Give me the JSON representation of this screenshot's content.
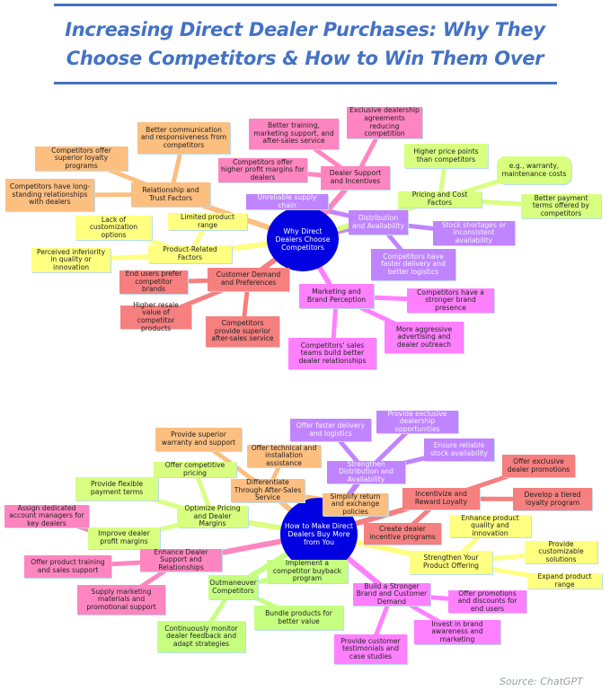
{
  "title": {
    "line1": "Increasing Direct Dealer Purchases: Why They",
    "line2": "Choose Competitors & How to Win Them Over"
  },
  "source": "Source: ChatGPT",
  "colors": {
    "title": "#4472c4",
    "center": "#0000e0",
    "orange": "#fcbf80",
    "yellow": "#ffff80",
    "red": "#f67f7f",
    "pink": "#ff85c0",
    "magenta": "#ff80ff",
    "purple": "#c184ff",
    "lime": "#d8ff80",
    "green": "#c6ff80"
  },
  "maps": [
    {
      "center": "Why Direct Dealers Choose Competitors",
      "branches": [
        {
          "label": "Relationship and Trust Factors",
          "color": "orange",
          "children": [
            "Better communication and responsiveness from competitors",
            "Competitors offer superior loyalty programs",
            "Competitors have long-standing relationships with dealers"
          ]
        },
        {
          "label": "Product-Related Factors",
          "color": "yellow",
          "children": [
            "Lack of customization options",
            "Limited product range",
            "Perceived inferiority in quality or innovation"
          ]
        },
        {
          "label": "Customer Demand and Preferences",
          "color": "red",
          "children": [
            "End users prefer competitor brands",
            "Higher resale value of competitor products",
            "Competitors provide superior after-sales service"
          ]
        },
        {
          "label": "Marketing and Brand Perception",
          "color": "magenta",
          "children": [
            "Competitors have a stronger brand presence",
            "More aggressive advertising and dealer outreach",
            "Competitors' sales teams build better dealer relationships"
          ]
        },
        {
          "label": "Distribution and Availability",
          "color": "purple",
          "children": [
            "Unreliable supply chain",
            "Stock shortages or inconsistent availability",
            "Competitors have faster delivery and better logistics"
          ]
        },
        {
          "label": "Pricing and Cost Factors",
          "color": "lime",
          "children": [
            "Higher price points than competitors",
            "e.g., warranty, maintenance costs",
            "Better payment terms offered by competitors"
          ]
        },
        {
          "label": "Dealer Support and Incentives",
          "color": "pink",
          "children": [
            "Better training, marketing support, and after-sales service",
            "Exclusive dealership agreements reducing competition",
            "Competitors offer higher profit margins for dealers"
          ]
        }
      ]
    },
    {
      "center": "How to Make Direct Dealers Buy More from You",
      "branches": [
        {
          "label": "Differentiate Through After-Sales Service",
          "color": "orange",
          "children": [
            "Provide superior warranty and support",
            "Offer technical and installation assistance",
            "Simplify return and exchange policies"
          ]
        },
        {
          "label": "Optimize Pricing and Dealer Margins",
          "color": "lime",
          "children": [
            "Offer competitive pricing",
            "Provide flexible payment terms",
            "Improve dealer profit margins"
          ]
        },
        {
          "label": "Enhance Dealer Support and Relationships",
          "color": "pink",
          "children": [
            "Assign dedicated account managers for key dealers",
            "Offer product training and sales support",
            "Supply marketing materials and promotional support"
          ]
        },
        {
          "label": "Outmaneuver Competitors",
          "color": "green",
          "children": [
            "Implement a competitor buyback program",
            "Bundle products for better value",
            "Continuously monitor dealer feedback and adapt strategies"
          ]
        },
        {
          "label": "Strengthen Distribution and Availability",
          "color": "purple",
          "children": [
            "Offer faster delivery and logistics",
            "Provide exclusive dealership opportunities",
            "Ensure reliable stock availability"
          ]
        },
        {
          "label": "Incentivize and Reward Loyalty",
          "color": "red",
          "children": [
            "Offer exclusive dealer promotions",
            "Develop a tiered loyalty program",
            "Create dealer incentive programs"
          ]
        },
        {
          "label": "Strengthen Your Product Offering",
          "color": "yellow",
          "children": [
            "Enhance product quality and innovation",
            "Provide customizable solutions",
            "Expand product range"
          ]
        },
        {
          "label": "Build a Stronger Brand and Customer Demand",
          "color": "magenta",
          "children": [
            "Offer promotions and discounts for end users",
            "Invest in brand awareness and marketing",
            "Provide customer testimonials and case studies"
          ]
        }
      ]
    }
  ]
}
